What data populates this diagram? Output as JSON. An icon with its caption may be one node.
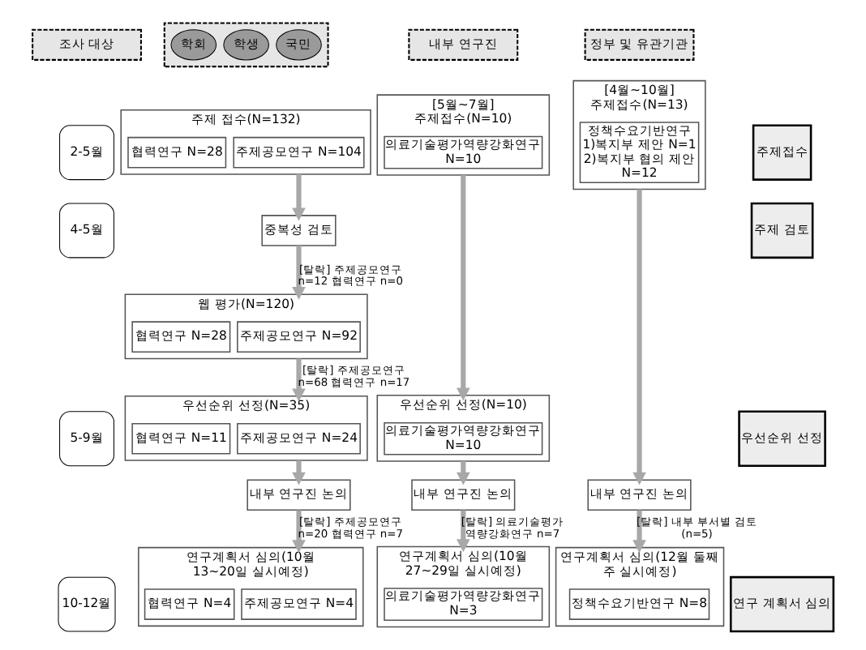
{
  "diagram": {
    "nodes": [
      {
        "text": [
          "조사 대상"
        ]
      },
      {
        "text": [],
        "shape": "box"
      },
      {
        "text": [
          "국민"
        ],
        "in": 1
      },
      {
        "text": [
          "학생"
        ],
        "in": 1
      },
      {
        "text": [
          "학회"
        ],
        "in": 1
      },
      {
        "text": [
          "내부 연구진"
        ]
      },
      {
        "text": [
          "정부 및 유관기관"
        ]
      },
      {
        "text": [
          "2-5월"
        ]
      },
      {
        "text": [
          "주제접수"
        ]
      },
      {
        "text": [
          "4-5월"
        ]
      },
      {
        "text": [
          "주제 검토"
        ]
      },
      {
        "text": [
          "5-9월"
        ]
      },
      {
        "text": [
          "우선순위 선정"
        ]
      },
      {
        "text": [
          "10-12월"
        ]
      },
      {
        "text": [
          "연구 계획서 심의"
        ]
      },
      {
        "text": [
          "주제 접수(N=132)"
        ]
      },
      {
        "text": [
          "주제공모연구 N=104"
        ],
        "in": 15
      },
      {
        "text": [
          "협력연구 N=28"
        ],
        "in": 15
      },
      {
        "text": [
          "중복성 검토"
        ]
      },
      {
        "text": [
          "웹 평가(N=120)"
        ]
      },
      {
        "text": [
          "주제공모연구 N=92"
        ],
        "in": 19
      },
      {
        "text": [
          "협력연구 N=28"
        ],
        "in": 19
      },
      {
        "text": [
          "우선순위 선정(N=35)"
        ]
      },
      {
        "text": [
          "주제공모연구 N=24"
        ],
        "in": 22
      },
      {
        "text": [
          "협력연구 N=11"
        ],
        "in": 22
      },
      {
        "text": [
          "내부 연구진 논의"
        ]
      },
      {
        "text": [
          "연구계획서 심의(10월 13~20일 실시예정)"
        ]
      },
      {
        "text": [
          "주제공모연구 N=4"
        ],
        "in": 26
      },
      {
        "text": [
          "협력연구 N=4"
        ],
        "in": 26
      },
      {
        "text": [
          "[5월~7월] 주제접수(N=10)"
        ]
      },
      {
        "text": [
          "의료기술평가역량강화연구 N=10"
        ],
        "in": 29
      },
      {
        "text": [
          "우선순위 선정(N=10)"
        ]
      },
      {
        "text": [
          "의료기술평가역량강화연구 N=10"
        ],
        "in": 31
      },
      {
        "text": [
          "내부 연구진 논의"
        ]
      },
      {
        "text": [
          "연구계획서 심의(10월 27~29일 실시예정)"
        ]
      },
      {
        "text": [
          "의료기술평가역량강화연구 N=3"
        ],
        "in": 34
      },
      {
        "text": [
          "[4월~10월] 주제접수(N=13)"
        ]
      },
      {
        "text": [
          "정책수요기반연구",
          "1)복지부 제안 N=1",
          "2)복지부 협의 제안 N=12"
        ],
        "in": 36
      },
      {
        "text": [
          "내부 연구진 논의"
        ]
      },
      {
        "text": [
          "연구계획서 심의(12월 둘째 주 실시예정)"
        ]
      },
      {
        "text": [
          "정책수요기반연구 N=8"
        ],
        "in": 39
      }
    ],
    "edges": [
      {
        "from": 15,
        "to": 18,
        "arrow": "to"
      },
      {
        "from": 18,
        "to": 19,
        "arrow": "to",
        "label": "[탈락] 주제공모연구 n=12 협력연구 n=0"
      },
      {
        "from": 19,
        "to": 22,
        "arrow": "to",
        "label": "[탈락] 주제공모연구 n=68 협력연구 n=17"
      },
      {
        "from": 22,
        "to": 25,
        "arrow": "to"
      },
      {
        "from": 25,
        "to": 26,
        "arrow": "to",
        "label": "[탈락] 주제공모연구 n=20 협력연구 n=7"
      },
      {
        "from": 29,
        "to": 31,
        "arrow": "to"
      },
      {
        "from": 31,
        "to": 33,
        "arrow": "to"
      },
      {
        "from": 33,
        "to": 34,
        "arrow": "to",
        "label": "[탈락] 의료기술평가 역량강화연구 n=7"
      },
      {
        "from": 36,
        "to": 38,
        "arrow": "to"
      },
      {
        "from": 38,
        "to": 39,
        "arrow": "to",
        "label": "[탈락] 내부 부서별 검토 (n=5)"
      }
    ]
  }
}
